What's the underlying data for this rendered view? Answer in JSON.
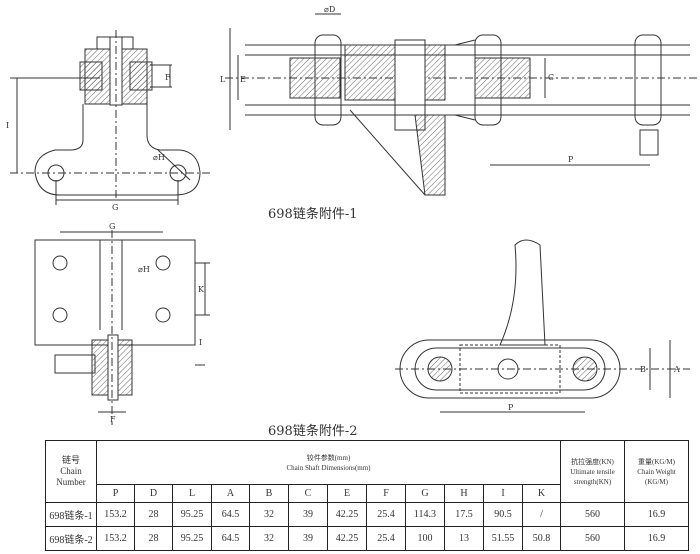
{
  "drawings": {
    "caption1": "698链条附件-1",
    "caption2": "698链条附件-2",
    "dims": {
      "D": "⌀D",
      "L": "L",
      "E": "E",
      "C": "C",
      "P": "P",
      "F": "F",
      "I": "I",
      "G": "G",
      "H": "⌀H",
      "K": "K",
      "B": "B",
      "A": "A"
    }
  },
  "table": {
    "chain_number_cn": "链号",
    "chain_number_en1": "Chain",
    "chain_number_en2": "Number",
    "params_cn": "铰件参数(mm)",
    "params_en": "Chain Shaft Dimensions(mm)",
    "strength_cn": "抗拉强度(KN)",
    "strength_en1": "Ultimate tensile",
    "strength_en2": "strength(KN)",
    "weight_cn": "重量(KG/M)",
    "weight_en": "Chain Weight",
    "weight_unit": "(KG/M)",
    "columns": [
      "P",
      "D",
      "L",
      "A",
      "B",
      "C",
      "E",
      "F",
      "G",
      "H",
      "I",
      "K"
    ],
    "rows": [
      {
        "name": "698链条-1",
        "values": [
          "153.2",
          "28",
          "95.25",
          "64.5",
          "32",
          "39",
          "42.25",
          "25.4",
          "114.3",
          "17.5",
          "90.5",
          "/"
        ],
        "strength": "560",
        "weight": "16.9"
      },
      {
        "name": "698链条-2",
        "values": [
          "153.2",
          "28",
          "95.25",
          "64.5",
          "32",
          "39",
          "42.25",
          "25.4",
          "100",
          "13",
          "51.55",
          "50.8"
        ],
        "strength": "560",
        "weight": "16.9"
      }
    ]
  }
}
